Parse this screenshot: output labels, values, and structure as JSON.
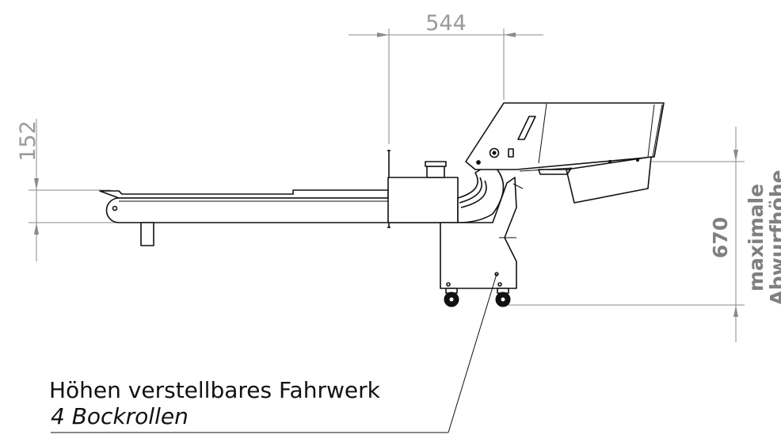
{
  "drawing": {
    "dimensions": {
      "width_top": "544",
      "height_left": "152",
      "height_right": "670",
      "height_right_caption_line1": "maximale",
      "height_right_caption_line2": "Abwurfhöhe"
    },
    "callout": {
      "line1": "Höhen verstellbares Fahrwerk",
      "line2": "4 Bockrollen"
    }
  }
}
